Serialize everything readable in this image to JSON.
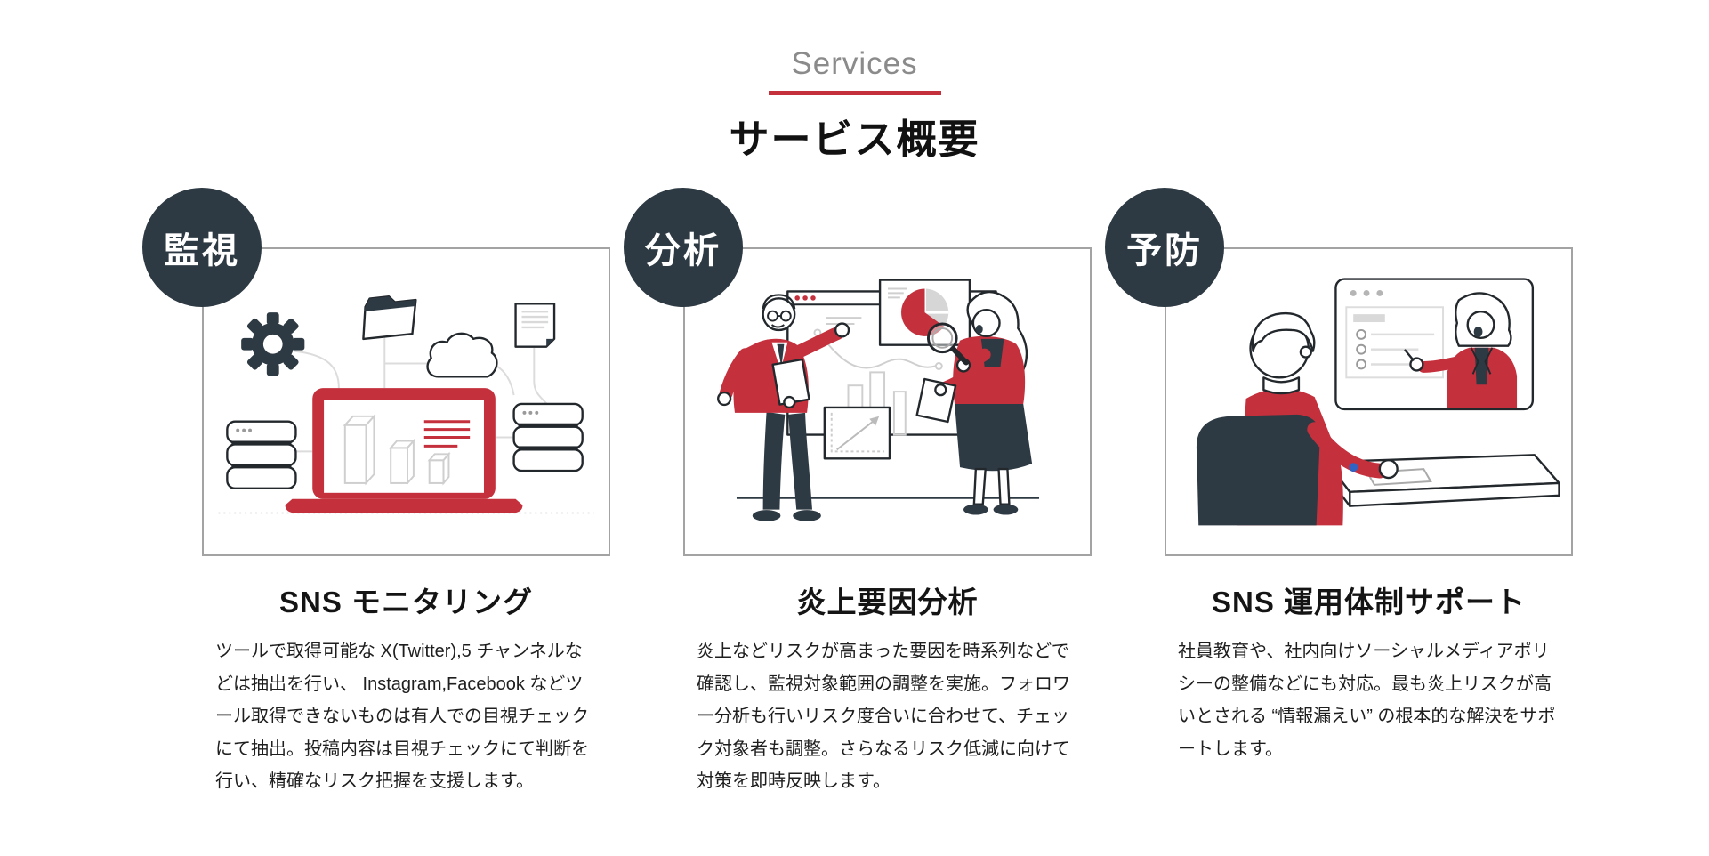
{
  "theme": {
    "accent_red": "#c5303d",
    "badge_background": "#2e3a43",
    "eyebrow_gray": "#8b8b8b",
    "heading_color": "#111111",
    "body_text_color": "#1e1e1e",
    "card_border_color": "#a3a3a3",
    "background": "#ffffff",
    "cuff_button_blue": "#2f63c4"
  },
  "header": {
    "eyebrow": "Services",
    "title": "サービス概要"
  },
  "cards": [
    {
      "badge": "監視",
      "title": "SNS モニタリング",
      "description": "ツールで取得可能な X(Twitter),5 チャンネルなどは抽出を行い、 Instagram,Facebook などツール取得できないものは有人での目視チェックにて抽出。投稿内容は目視チェックにて判断を行い、精確なリスク把握を支援します。",
      "illustration": "data-monitoring-laptop-illustration"
    },
    {
      "badge": "分析",
      "title": "炎上要因分析",
      "description": "炎上などリスクが高まった要因を時系列などで確認し、監視対象範囲の調整を実施。フォロワー分析も行いリスク度合いに合わせて、チェック対象者も調整。さらなるリスク低減に向けて対策を即時反映します。",
      "illustration": "people-analyzing-charts-illustration"
    },
    {
      "badge": "予防",
      "title": "SNS 運用体制サポート",
      "description": "社員教育や、社内向けソーシャルメディアポリシーの整備などにも対応。最も炎上リスクが高いとされる “情報漏えい” の根本的な解決をサポートします。",
      "illustration": "video-call-training-illustration"
    }
  ]
}
